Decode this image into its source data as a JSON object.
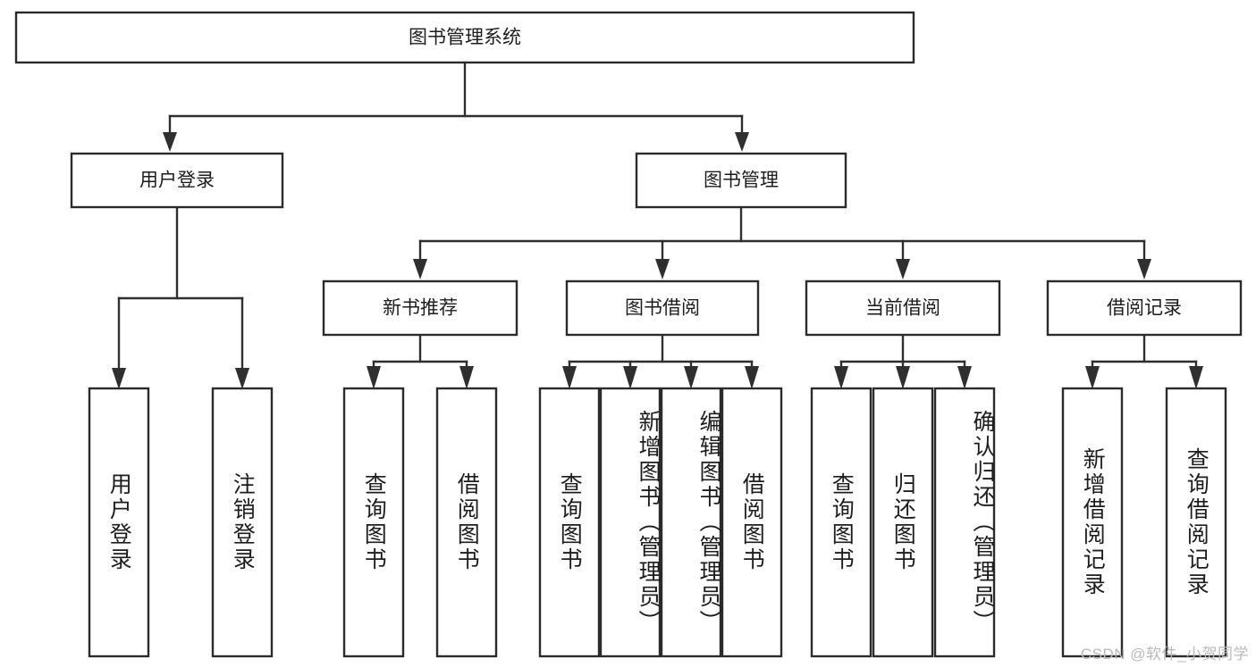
{
  "diagram": {
    "title": "图书管理系统",
    "type": "hierarchical-tree",
    "orientation": "top-down",
    "root": {
      "id": "root",
      "label": "图书管理系统"
    },
    "level2": [
      {
        "id": "user-login",
        "label": "用户登录"
      },
      {
        "id": "book-manage",
        "label": "图书管理"
      }
    ],
    "level3": [
      {
        "id": "new-book-recommend",
        "label": "新书推荐",
        "parent": "book-manage"
      },
      {
        "id": "book-borrow",
        "label": "图书借阅",
        "parent": "book-manage"
      },
      {
        "id": "current-borrow",
        "label": "当前借阅",
        "parent": "book-manage"
      },
      {
        "id": "borrow-record",
        "label": "借阅记录",
        "parent": "book-manage"
      }
    ],
    "leaves": [
      {
        "id": "leaf-user-login",
        "label": "用户登录",
        "parent": "user-login"
      },
      {
        "id": "leaf-logout-login",
        "label": "注销登录",
        "parent": "user-login"
      },
      {
        "id": "leaf-query-book-1",
        "label": "查询图书",
        "parent": "new-book-recommend"
      },
      {
        "id": "leaf-borrow-book-1",
        "label": "借阅图书",
        "parent": "new-book-recommend"
      },
      {
        "id": "leaf-query-book-2",
        "label": "查询图书",
        "parent": "book-borrow"
      },
      {
        "id": "leaf-add-book",
        "label": "新增图书（管理员）",
        "parent": "book-borrow"
      },
      {
        "id": "leaf-edit-book",
        "label": "编辑图书（管理员）",
        "parent": "book-borrow"
      },
      {
        "id": "leaf-borrow-book-2",
        "label": "借阅图书",
        "parent": "book-borrow"
      },
      {
        "id": "leaf-query-book-3",
        "label": "查询图书",
        "parent": "current-borrow"
      },
      {
        "id": "leaf-return-book",
        "label": "归还图书",
        "parent": "current-borrow"
      },
      {
        "id": "leaf-confirm-return",
        "label": "确认归还（管理员）",
        "parent": "current-borrow"
      },
      {
        "id": "leaf-add-record",
        "label": "新增借阅记录",
        "parent": "borrow-record"
      },
      {
        "id": "leaf-query-record",
        "label": "查询借阅记录",
        "parent": "borrow-record"
      }
    ],
    "colors": {
      "box_stroke": "#2b2b2b",
      "connector": "#2f2f2f",
      "text": "#1d1d1d",
      "background": "#ffffff",
      "watermark": "#b9b9b9"
    }
  },
  "watermark": {
    "text": "CSDN @软件_小贺同学"
  }
}
